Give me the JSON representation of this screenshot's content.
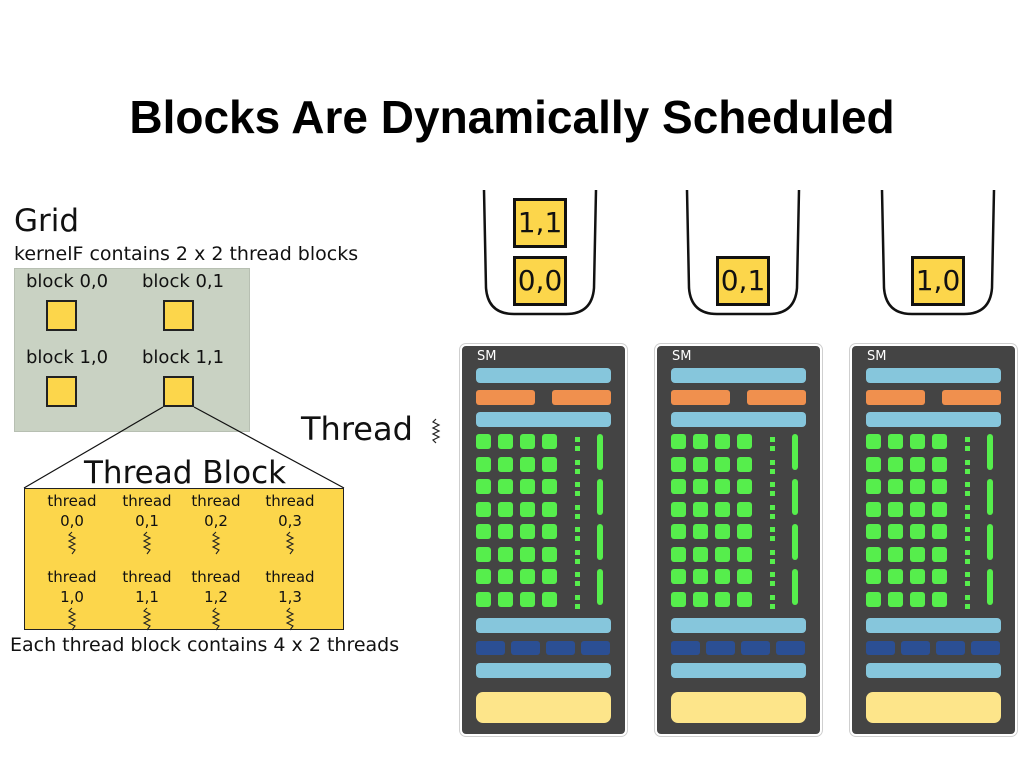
{
  "title": "Blocks Are Dynamically Scheduled",
  "grid": {
    "title": "Grid",
    "caption": "kernelF contains 2 x 2 thread blocks",
    "blocks": [
      "block 0,0",
      "block 0,1",
      "block 1,0",
      "block 1,1"
    ]
  },
  "thread_block": {
    "title": "Thread Block",
    "threads": [
      {
        "word": "thread",
        "id": "0,0"
      },
      {
        "word": "thread",
        "id": "0,1"
      },
      {
        "word": "thread",
        "id": "0,2"
      },
      {
        "word": "thread",
        "id": "0,3"
      },
      {
        "word": "thread",
        "id": "1,0"
      },
      {
        "word": "thread",
        "id": "1,1"
      },
      {
        "word": "thread",
        "id": "1,2"
      },
      {
        "word": "thread",
        "id": "1,3"
      }
    ],
    "caption": "Each thread block contains 4 x 2 threads"
  },
  "thread_legend": "Thread",
  "queues": [
    {
      "blocks": [
        "1,1",
        "0,0"
      ]
    },
    {
      "blocks": [
        "0,1"
      ]
    },
    {
      "blocks": [
        "1,0"
      ]
    }
  ],
  "sms": [
    {
      "label": "SM"
    },
    {
      "label": "SM"
    },
    {
      "label": "SM"
    }
  ],
  "colors": {
    "block_fill": "#fcd64b",
    "grid_bg": "#c9d2c3",
    "sm_bg": "#444444",
    "core": "#56ee4c",
    "light_blue_bar": "#86c6dc",
    "orange_bar": "#f0904e",
    "navy_bar": "#2b4f94",
    "pale_yellow_bar": "#fde58a"
  }
}
